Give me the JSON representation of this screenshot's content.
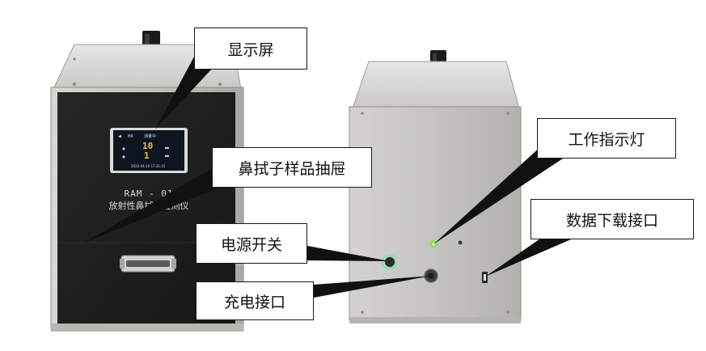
{
  "front_device": {
    "model": "RAM - 01",
    "name": "放射性鼻拭子检测仪",
    "screen": {
      "header_left": "◀",
      "header_mid": "BR",
      "header_title": "测量中",
      "value_1": "10",
      "value_2": "1",
      "footer": "2020-04-10 17:21:25"
    }
  },
  "callouts": {
    "display": "显示屏",
    "drawer": "鼻拭子样品抽屉",
    "power_switch": "电源开关",
    "charge_port": "充电接口",
    "work_indicator": "工作指示灯",
    "data_port": "数据下载接口"
  },
  "colors": {
    "front_panel": "#1f1f1f",
    "case_metal": "#c8c6c2",
    "screen_bg": "#0d1520",
    "indicator_led": "#7ee83a",
    "power_ring": "#6fe0a8"
  },
  "icons": [
    "handle-icon",
    "drawer-handle-icon",
    "power-button-icon",
    "charge-port-icon",
    "usb-port-icon",
    "indicator-led-icon"
  ]
}
